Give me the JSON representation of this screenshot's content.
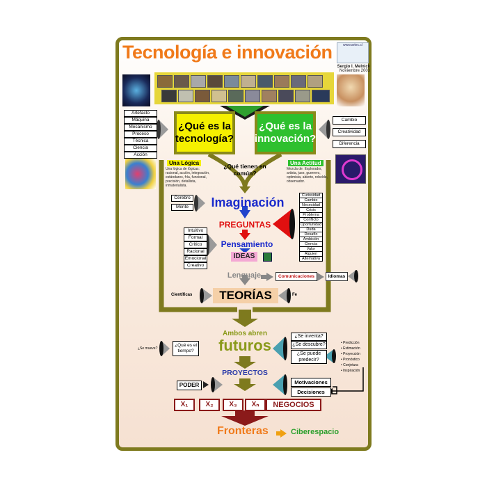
{
  "title": "Tecnología e innovación",
  "logo_text": "www.artec.cl",
  "author": "Sergio I. Melnick",
  "date": "Noviembre 2003",
  "tech_list": [
    "Artefacto",
    "Máquina",
    "Mecanismo",
    "Proceso",
    "Técnica",
    "Ciencia",
    "Acción"
  ],
  "innov_list": [
    "Cambio",
    "Creatividad",
    "Diferencia"
  ],
  "q_tech": "¿Qué es la tecnología?",
  "q_innov": "¿Qué es la innovación?",
  "common_q": "¿Qué tienen en común?",
  "una_logica": "Una Lógica",
  "una_actitud": "Una Actitud",
  "logica_text": "Una lógica de lógicas: racional, acción, integración, estándares, fría, funcional, precisión, detallista, inmaterialista.",
  "actitud_text": "Mezcla de: Explorador, artista, juez, guerrero, optimista, abierto, rebelde, observador.",
  "brain_list": [
    "Cerebro",
    "Mente"
  ],
  "imaginacion": "Imaginación",
  "preguntas": "PREGUNTAS",
  "right_list": [
    "Curiosidad",
    "Cambio",
    "Necesidad",
    "Crisis",
    "Problema",
    "Conflicto",
    "Oportunidad",
    "Duda",
    "Desafío",
    "Ambición",
    "Ciencia",
    "Valor",
    "Alguien",
    "Alternativa"
  ],
  "think_list": [
    "Intuitivo",
    "Formal",
    "Crítico",
    "Racional",
    "Emocional",
    "Creativo"
  ],
  "pensamiento": "Pensamiento",
  "ideas": "IDEAS",
  "lenguaje": "Lenguaje",
  "comunicaciones": "Comunicaciones",
  "idiomas": "Idiomas",
  "cientificas": "Científicas",
  "fe": "Fe",
  "teorias": "TEORÍAS",
  "ambos_abren": "Ambos abren",
  "futuros": "futuros",
  "se_mueve": "¿Se mueve?",
  "que_es_tiempo": "¿Qué es el tiempo?",
  "future_q": [
    "¿Se inventa?",
    "¿Se descubre?",
    "¿Se puede predecir?"
  ],
  "bullets": [
    "Predicción",
    "Estimación",
    "Proyección",
    "Pronóstico",
    "Conjetura",
    "Inspiración"
  ],
  "proyectos": "PROYECTOS",
  "poder": "PODER",
  "motivaciones": "Motivaciones",
  "decisiones": "Decisiones",
  "x_boxes": [
    "X₁",
    "X₂",
    "X₃",
    "Xₙ"
  ],
  "negocios": "NEGOCIOS",
  "fronteras": "Fronteras",
  "ciberespacio": "Ciberespacio"
}
